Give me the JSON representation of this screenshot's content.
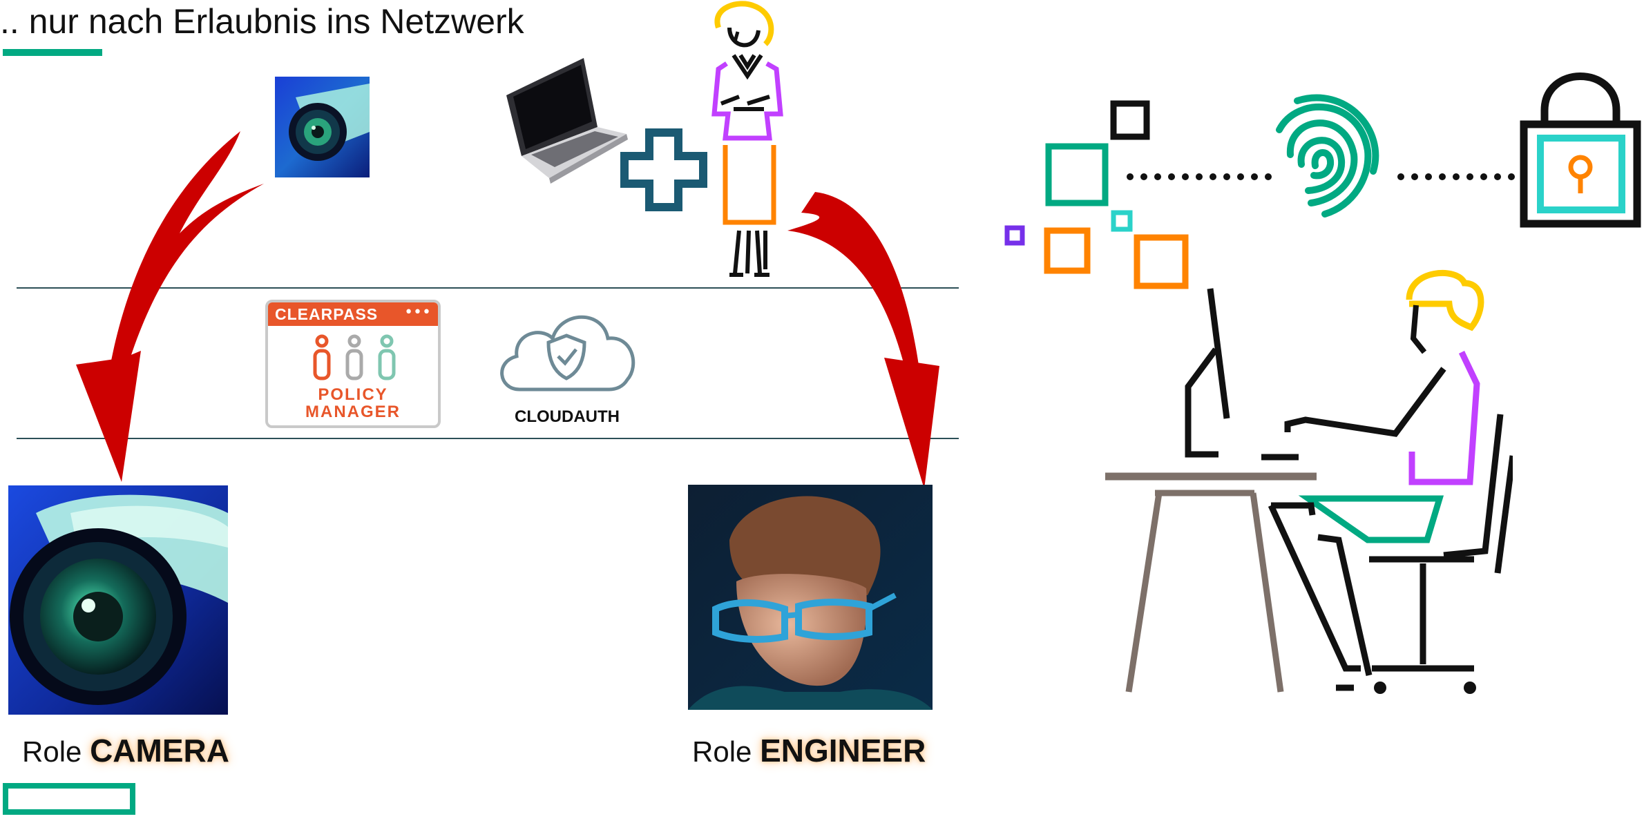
{
  "header": {
    "title": ".. nur nach Erlaubnis ins Netzwerk"
  },
  "clearpass": {
    "brand": "CLEARPASS",
    "dots": "•••",
    "line1": "POLICY",
    "line2": "MANAGER"
  },
  "cloudauth": {
    "label": "CLOUDAUTH"
  },
  "roles": {
    "camera": {
      "prefix": "Role",
      "value": "CAMERA"
    },
    "engineer": {
      "prefix": "Role",
      "value": "ENGINEER"
    }
  },
  "colors": {
    "green": "#01a982",
    "orange": "#ff8300",
    "purple": "#c140ff",
    "yellow": "#fecb00",
    "teal": "#2ad2c9",
    "darkblue": "#1b5a73",
    "clearpass_orange": "#e8562a",
    "arrow_red": "#cc0000",
    "desk_grey": "#7d7069"
  },
  "icons": {
    "arrow_left": "curved-arrow-down-left-icon",
    "arrow_right": "curved-arrow-down-right-icon",
    "plus": "plus-icon",
    "laptop": "laptop-icon",
    "fingerprint": "fingerprint-icon",
    "lock": "padlock-icon",
    "cloud": "cloud-shield-icon"
  }
}
